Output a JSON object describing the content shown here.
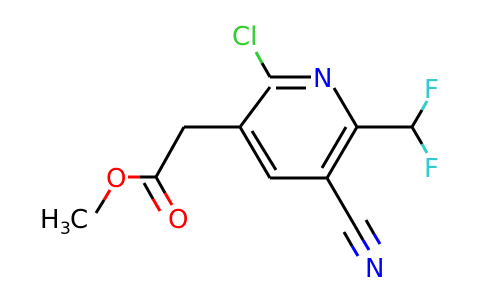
{
  "molecule": {
    "atoms": {
      "cl": "Cl",
      "n_ring": "N",
      "f_top": "F",
      "f_bottom": "F",
      "o_ester": "O",
      "o_carbonyl": "O",
      "n_nitrile": "N",
      "methyl_h": "H",
      "methyl_sub": "3",
      "methyl_c": "C"
    },
    "colors": {
      "carbon_bonds": "#000000",
      "chlorine": "#33cc33",
      "nitrogen": "#0000ff",
      "fluorine": "#33cccc",
      "oxygen": "#ff0000",
      "hydrogen_carbon_text": "#000000"
    }
  }
}
